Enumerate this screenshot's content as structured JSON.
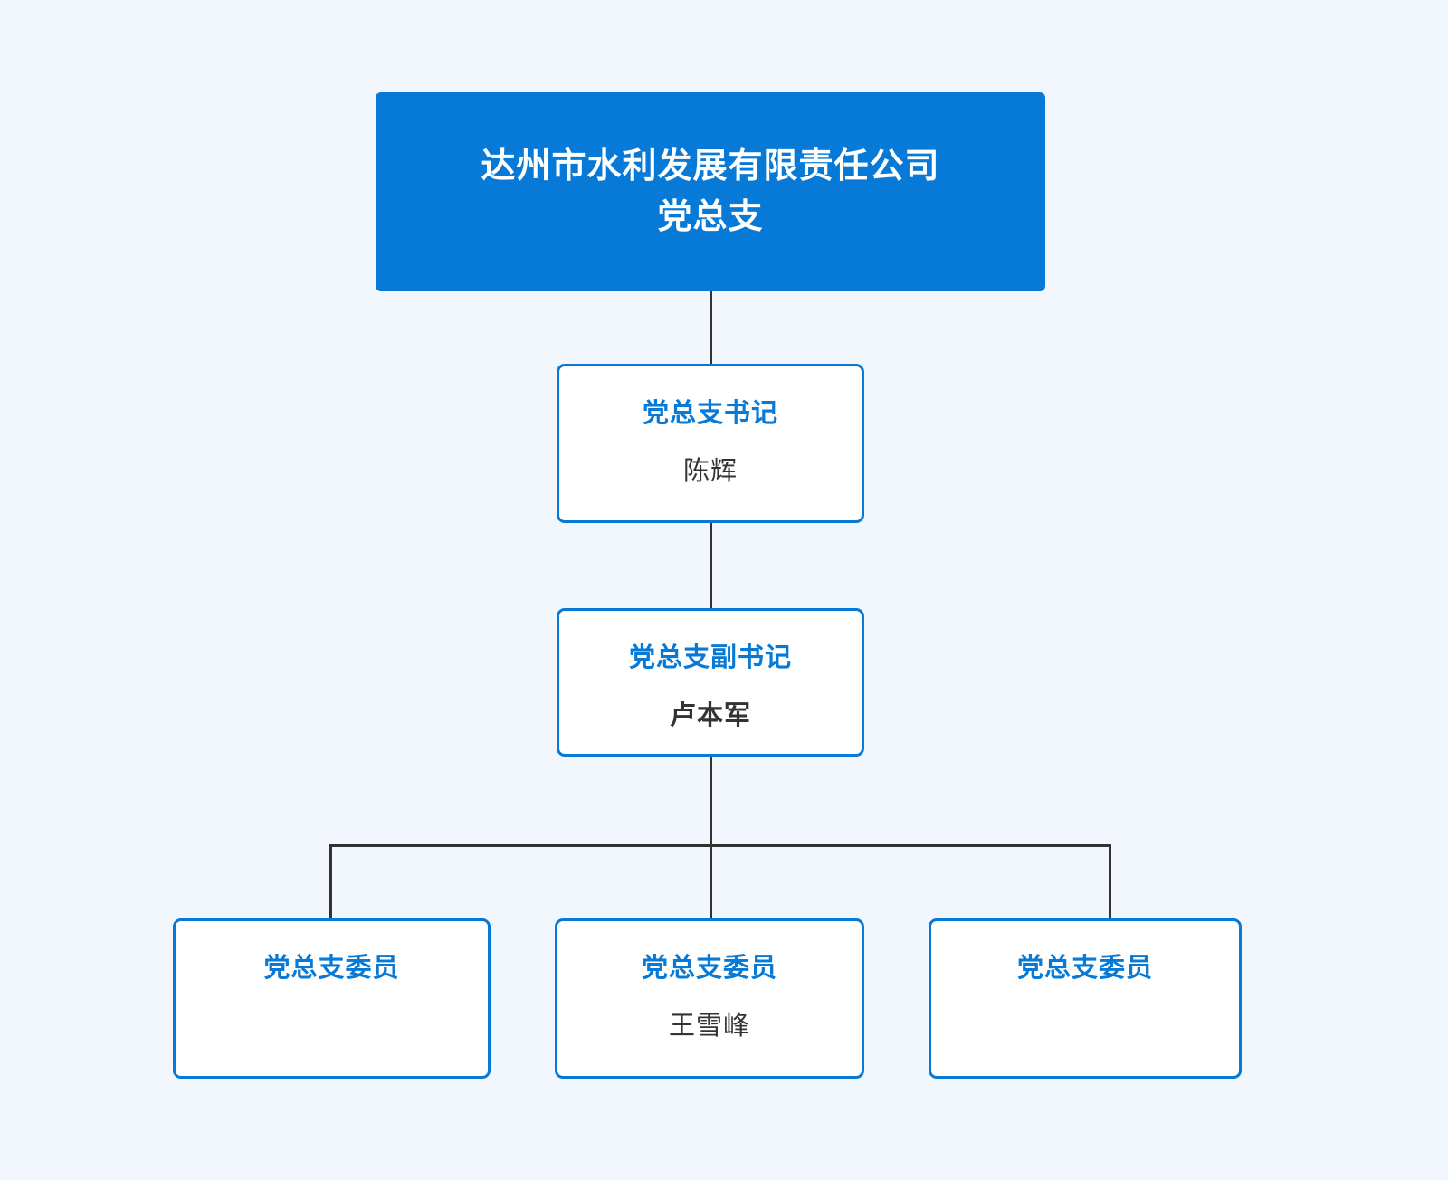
{
  "chart": {
    "type": "org-chart",
    "background_color": "#f2f6fd",
    "accent_color": "#0779d6",
    "connector_color": "#333333",
    "name_color": "#333333"
  },
  "root": {
    "title_line_1": "达州市水利发展有限责任公司",
    "title_line_2": "党总支"
  },
  "nodes": {
    "secretary": {
      "title": "党总支书记",
      "name": "陈辉"
    },
    "vice_secretary": {
      "title": "党总支副书记",
      "name": "卢本军"
    },
    "members": [
      {
        "title": "党总支委员",
        "name": ""
      },
      {
        "title": "党总支委员",
        "name": "王雪峰"
      },
      {
        "title": "党总支委员",
        "name": ""
      }
    ]
  }
}
